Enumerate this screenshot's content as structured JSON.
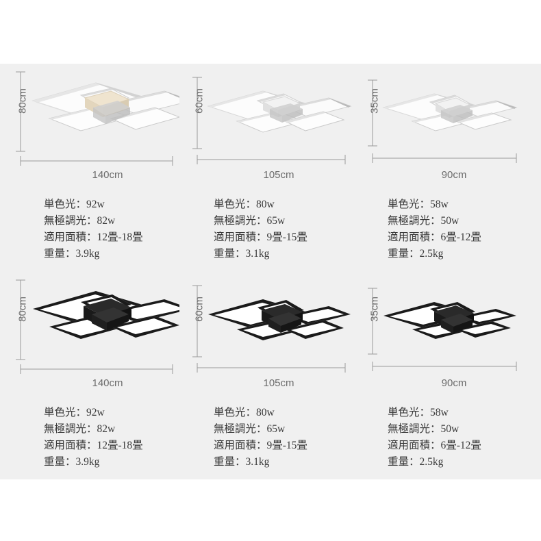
{
  "page": {
    "background_white": "#ffffff",
    "background_gray": "#f0f0f0",
    "dimension_line_color": "#9a9a9a",
    "dimension_text_color": "#6b6b6b",
    "spec_text_color": "#3a3a3a"
  },
  "products": [
    {
      "id": "white-140",
      "finish": "white",
      "width_label": "140cm",
      "height_label": "80cm",
      "specs": {
        "single_color_light": "単色光：92w",
        "stepless_dimming": "無極調光：82w",
        "applicable_area": "適用面積：12畳-18畳",
        "weight": "重量：3.9kg"
      }
    },
    {
      "id": "white-105",
      "finish": "white",
      "width_label": "105cm",
      "height_label": "60cm",
      "specs": {
        "single_color_light": "単色光：80w",
        "stepless_dimming": "無極調光：65w",
        "applicable_area": "適用面積：9畳-15畳",
        "weight": "重量：3.1kg"
      }
    },
    {
      "id": "white-90",
      "finish": "white",
      "width_label": "90cm",
      "height_label": "35cm",
      "specs": {
        "single_color_light": "単色光：58w",
        "stepless_dimming": "無極調光：50w",
        "applicable_area": "適用面積：6畳-12畳",
        "weight": "重量：2.5kg"
      }
    },
    {
      "id": "black-140",
      "finish": "black",
      "width_label": "140cm",
      "height_label": "80cm",
      "specs": {
        "single_color_light": "単色光：92w",
        "stepless_dimming": "無極調光：82w",
        "applicable_area": "適用面積：12畳-18畳",
        "weight": "重量：3.9kg"
      }
    },
    {
      "id": "black-105",
      "finish": "black",
      "width_label": "105cm",
      "height_label": "60cm",
      "specs": {
        "single_color_light": "単色光：80w",
        "stepless_dimming": "無極調光：65w",
        "applicable_area": "適用面積：9畳-15畳",
        "weight": "重量：3.1kg"
      }
    },
    {
      "id": "black-90",
      "finish": "black",
      "width_label": "90cm",
      "height_label": "35cm",
      "specs": {
        "single_color_light": "単色光：58w",
        "stepless_dimming": "無極調光：50w",
        "applicable_area": "適用面積：6畳-12畳",
        "weight": "重量：2.5kg"
      }
    }
  ]
}
